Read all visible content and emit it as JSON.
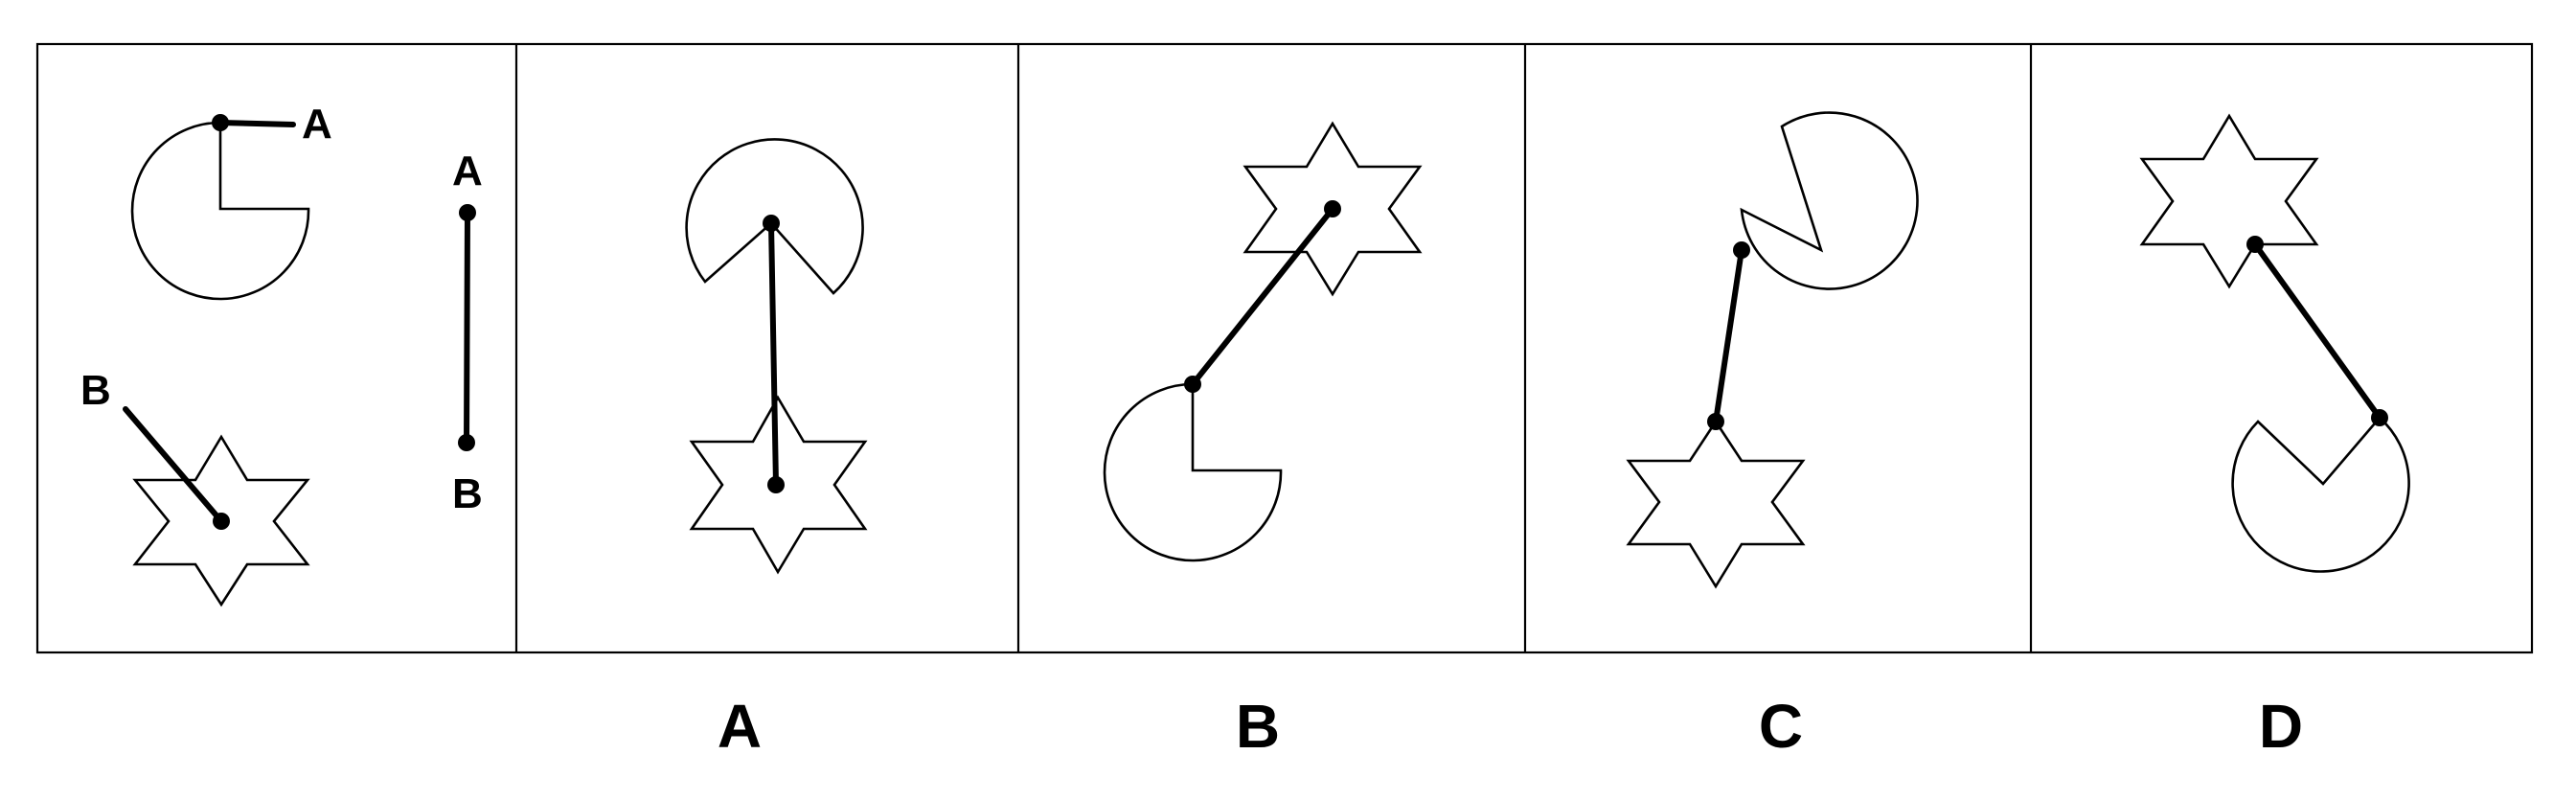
{
  "puzzle": {
    "question_labels": {
      "pie_endpoint": "A",
      "star_endpoint": "B",
      "rod_top": "A",
      "rod_bottom": "B"
    },
    "options": [
      "A",
      "B",
      "C",
      "D"
    ]
  }
}
